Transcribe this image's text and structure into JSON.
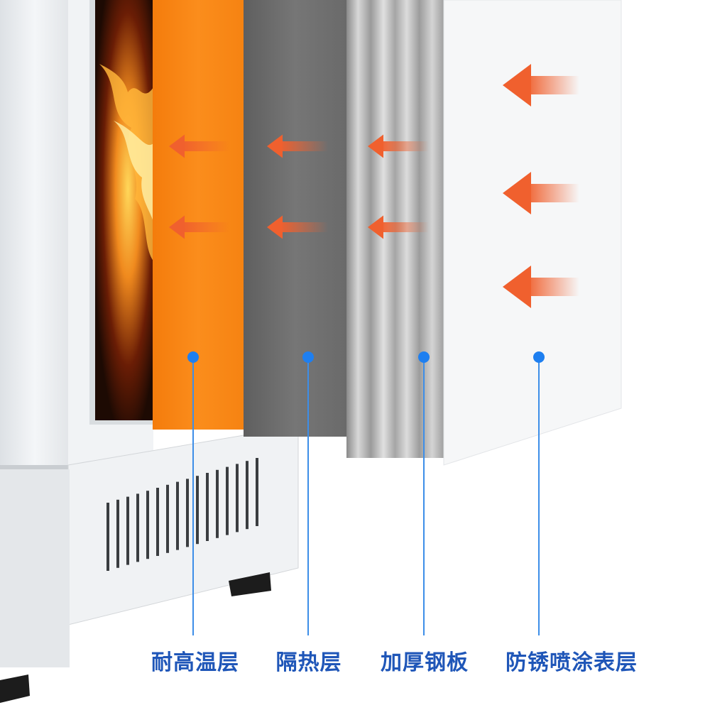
{
  "layers": [
    {
      "label": "耐高温层",
      "color": "#fa8a1a"
    },
    {
      "label": "隔热层",
      "color": "#6e6e6e"
    },
    {
      "label": "加厚钢板",
      "color": "#b4b4b4"
    },
    {
      "label": "防锈喷涂表层",
      "color": "#f6f7f8"
    }
  ],
  "colors": {
    "label_text": "#1f56b8",
    "marker_dot": "#1e7ff0",
    "leader_line": "#3d8ee8",
    "heat_arrow": "#f0602e",
    "cabinet_body": "#eceff2",
    "fire_dark": "#1d0a03"
  }
}
